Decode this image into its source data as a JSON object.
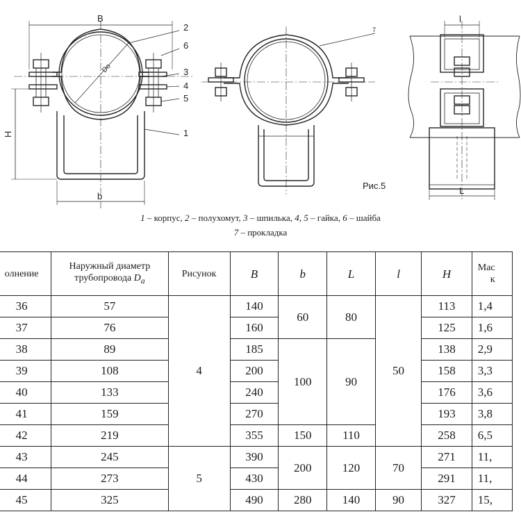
{
  "drawing": {
    "labels": {
      "B": "B",
      "b": "b",
      "H": "H",
      "Do": "Do",
      "L_top": "l",
      "L_bottom": "L",
      "n1": "1",
      "n2": "2",
      "n3": "3",
      "n4": "4",
      "n5": "5",
      "n6": "6",
      "n7": "7",
      "fig": "Рис.5"
    }
  },
  "caption": {
    "line1": [
      {
        "num": "1",
        "text": " – корпус,  "
      },
      {
        "num": "2",
        "text": " – полухомут,  "
      },
      {
        "num": "3",
        "text": " – шпилька,  "
      },
      {
        "num": "4, 5",
        "text": " – гайка,  "
      },
      {
        "num": "6",
        "text": " – шайба"
      }
    ],
    "line2_num": "7",
    "line2_text": " – прокладка"
  },
  "table": {
    "headers": {
      "col1": "олнение",
      "col2_line1": "Наружный диаметр",
      "col2_line2": "трубопровода",
      "col2_sym": "D",
      "col2_sub": "a",
      "col3": "Рисунок",
      "col4": "B",
      "col5": "b",
      "col6": "L",
      "col7": "l",
      "col8": "H",
      "col9_line1": "Мас",
      "col9_line2": "к"
    },
    "rows": [
      {
        "isp": "36",
        "da": "57",
        "B": "140",
        "H": "113",
        "mass": "1,4"
      },
      {
        "isp": "37",
        "da": "76",
        "B": "160",
        "H": "125",
        "mass": "1,6"
      },
      {
        "isp": "38",
        "da": "89",
        "B": "185",
        "H": "138",
        "mass": "2,9"
      },
      {
        "isp": "39",
        "da": "108",
        "B": "200",
        "H": "158",
        "mass": "3,3"
      },
      {
        "isp": "40",
        "da": "133",
        "B": "240",
        "H": "176",
        "mass": "3,6"
      },
      {
        "isp": "41",
        "da": "159",
        "B": "270",
        "H": "193",
        "mass": "3,8"
      },
      {
        "isp": "42",
        "da": "219",
        "B": "355",
        "H": "258",
        "mass": "6,5"
      },
      {
        "isp": "43",
        "da": "245",
        "B": "390",
        "H": "271",
        "mass": "11,"
      },
      {
        "isp": "44",
        "da": "273",
        "B": "430",
        "H": "291",
        "mass": "11,"
      },
      {
        "isp": "45",
        "da": "325",
        "B": "490",
        "H": "327",
        "mass": "15,"
      }
    ],
    "merged": {
      "fig_4": "4",
      "fig_5": "5",
      "b_60": "60",
      "b_100": "100",
      "b_150": "150",
      "b_200": "200",
      "b_280": "280",
      "L_80": "80",
      "L_90": "90",
      "L_110": "110",
      "L_120": "120",
      "L_140": "140",
      "l_50": "50",
      "l_70": "70",
      "l_90": "90"
    }
  }
}
